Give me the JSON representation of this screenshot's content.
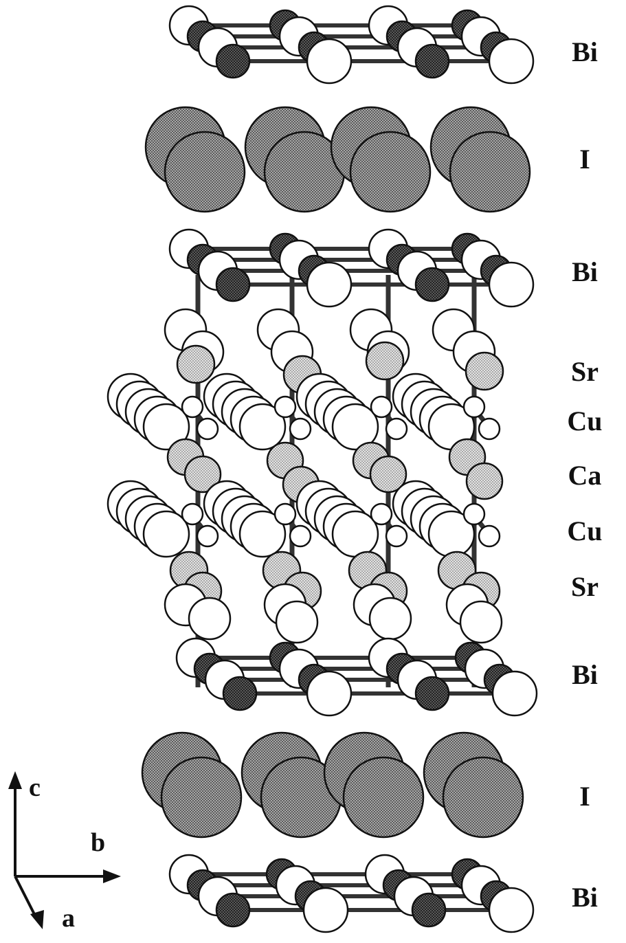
{
  "layer_labels": [
    "Bi",
    "I",
    "Bi",
    "Sr",
    "Cu",
    "Ca",
    "Cu",
    "Sr",
    "Bi",
    "I",
    "Bi"
  ],
  "axes": {
    "c": "c",
    "b": "b",
    "a": "a"
  },
  "colors": {
    "white_atom": "#ffffff",
    "dark_atom": "#3e3e3e",
    "iodine_atom": "#8a8a8a",
    "light_atom": "#cfcfcf",
    "bond": "#333333",
    "outline": "#111111"
  }
}
